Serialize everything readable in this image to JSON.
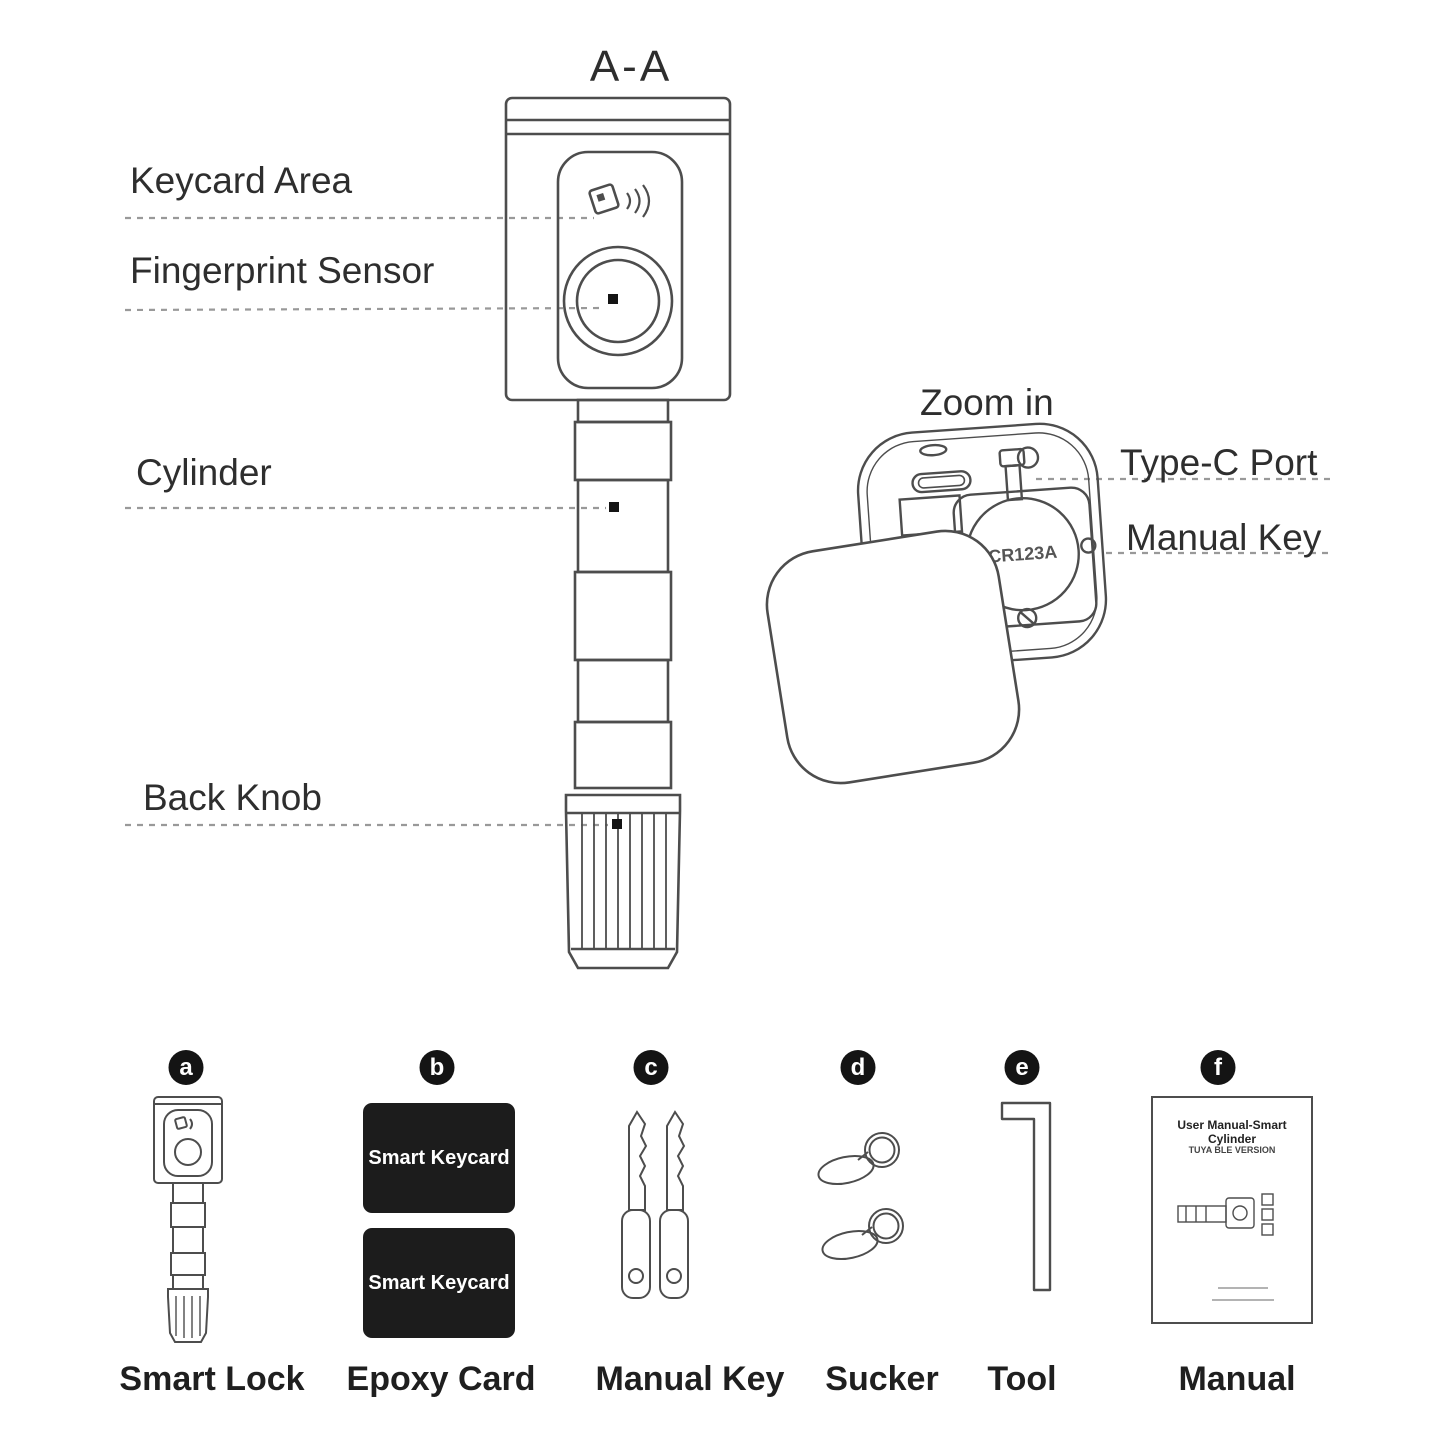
{
  "title": "A-A",
  "zoom": {
    "label": "Zoom in"
  },
  "callouts": {
    "keycard_area": "Keycard Area",
    "fingerprint_sensor": "Fingerprint Sensor",
    "cylinder": "Cylinder",
    "back_knob": "Back Knob",
    "type_c_port": "Type-C Port",
    "manual_key": "Manual Key"
  },
  "battery": "CR123A",
  "package": {
    "card_text": "Smart Keycard",
    "manual_title": "User Manual-Smart Cylinder",
    "manual_subtitle": "TUYA BLE VERSION",
    "items": [
      {
        "letter": "a",
        "label": "Smart Lock"
      },
      {
        "letter": "b",
        "label": "Epoxy Card"
      },
      {
        "letter": "c",
        "label": "Manual Key"
      },
      {
        "letter": "d",
        "label": "Sucker"
      },
      {
        "letter": "e",
        "label": "Tool"
      },
      {
        "letter": "f",
        "label": "Manual"
      }
    ]
  }
}
